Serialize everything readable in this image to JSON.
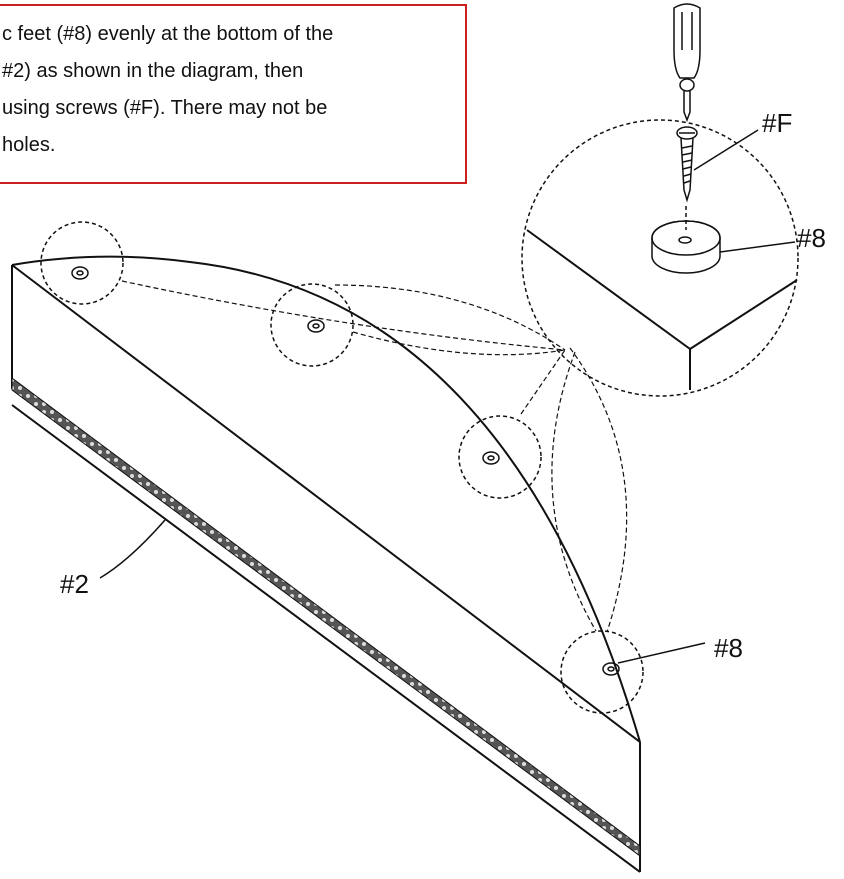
{
  "instruction": {
    "lines": [
      "c feet (#8) evenly at the bottom of the",
      "#2) as shown in the diagram, then",
      "using screws (#F). There may not be",
      "holes."
    ],
    "border_color": "#cc1f1f"
  },
  "labels": {
    "screw": "#F",
    "foot_top": "#8",
    "foot_bottom": "#8",
    "panel": "#2"
  },
  "icons": {
    "tool": "screwdriver-icon",
    "fastener": "screw-icon",
    "foot": "plastic-foot-icon"
  }
}
